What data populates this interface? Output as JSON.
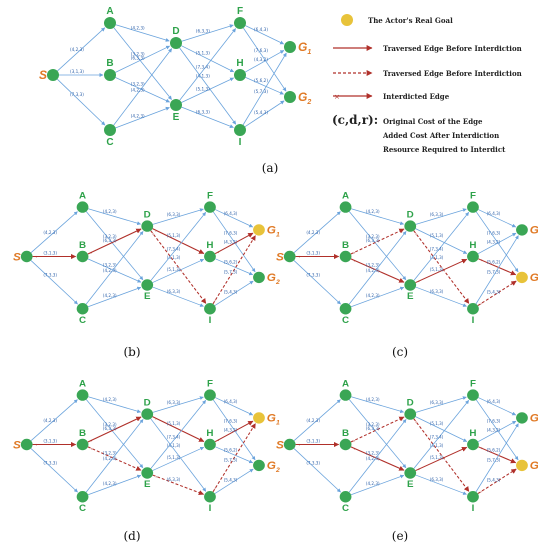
{
  "legend": {
    "real_goal": "The Actor's Real Goal",
    "traversed_solid": "Traversed Edge Before Interdiction",
    "traversed_dashed": "Traversed Edge Before Interdiction",
    "interdicted": "Interdicted Edge",
    "key_symbol": "(c,d,r):",
    "key_lines": [
      "Original Cost of the Edge",
      "Added Cost After Interdiction",
      "Resource Required to Interdict"
    ],
    "colors": {
      "node": "#3aa655",
      "goal": "#e8c33a",
      "edge": "#6aa3dc",
      "traversed": "#b0302a"
    }
  },
  "nodes": [
    {
      "id": "S",
      "label": "S"
    },
    {
      "id": "A",
      "label": "A"
    },
    {
      "id": "B",
      "label": "B"
    },
    {
      "id": "C",
      "label": "C"
    },
    {
      "id": "D",
      "label": "D"
    },
    {
      "id": "E",
      "label": "E"
    },
    {
      "id": "F",
      "label": "F"
    },
    {
      "id": "H",
      "label": "H"
    },
    {
      "id": "I",
      "label": "I"
    },
    {
      "id": "G1",
      "label": "G",
      "sub": "1"
    },
    {
      "id": "G2",
      "label": "G",
      "sub": "2"
    }
  ],
  "edges": [
    {
      "from": "S",
      "to": "A",
      "label": "(4,2,3)"
    },
    {
      "from": "S",
      "to": "B",
      "label": "(3,1,3)"
    },
    {
      "from": "S",
      "to": "C",
      "label": "(7,3,3)"
    },
    {
      "from": "A",
      "to": "D",
      "label": "(4,2,3)"
    },
    {
      "from": "A",
      "to": "E",
      "label": "(3,2,3)"
    },
    {
      "from": "B",
      "to": "D",
      "label": "(6,3,3)"
    },
    {
      "from": "B",
      "to": "E",
      "label": "(3,2,3)"
    },
    {
      "from": "C",
      "to": "D",
      "label": "(4,2,3)"
    },
    {
      "from": "C",
      "to": "E",
      "label": "(4,2,3)"
    },
    {
      "from": "D",
      "to": "F",
      "label": "(6,3,3)"
    },
    {
      "from": "D",
      "to": "H",
      "label": "(5,1,3)"
    },
    {
      "from": "D",
      "to": "I",
      "label": "(4,1,3)"
    },
    {
      "from": "E",
      "to": "F",
      "label": "(7,3,4)"
    },
    {
      "from": "E",
      "to": "H",
      "label": "(5,1,3)"
    },
    {
      "from": "E",
      "to": "I",
      "label": "(6,3,3)"
    },
    {
      "from": "F",
      "to": "G1",
      "label": "(6,4,3)"
    },
    {
      "from": "F",
      "to": "G2",
      "label": "(7,6,3)"
    },
    {
      "from": "H",
      "to": "G1",
      "label": "(4,3,2)"
    },
    {
      "from": "H",
      "to": "G2",
      "label": "(5,6,2)"
    },
    {
      "from": "I",
      "to": "G1",
      "label": "(5,7,3)"
    },
    {
      "from": "I",
      "to": "G2",
      "label": "(5,4,3)"
    }
  ],
  "panels": [
    {
      "id": "a",
      "caption": "(a)",
      "goal": null,
      "traversed": [],
      "dashed": [],
      "interdicted": []
    },
    {
      "id": "b",
      "caption": "(b)",
      "goal": "G1",
      "traversed": [
        [
          "S",
          "B"
        ],
        [
          "B",
          "D"
        ],
        [
          "D",
          "H"
        ],
        [
          "H",
          "G1"
        ]
      ],
      "dashed": [
        [
          "D",
          "I"
        ],
        [
          "I",
          "G1"
        ]
      ],
      "interdicted": []
    },
    {
      "id": "c",
      "caption": "(c)",
      "goal": "G2",
      "traversed": [
        [
          "S",
          "B"
        ],
        [
          "B",
          "E"
        ],
        [
          "E",
          "H"
        ],
        [
          "H",
          "G2"
        ]
      ],
      "dashed": [
        [
          "B",
          "D"
        ],
        [
          "D",
          "I"
        ],
        [
          "I",
          "G2"
        ]
      ],
      "interdicted": []
    },
    {
      "id": "d",
      "caption": "(d)",
      "goal": "G1",
      "traversed": [
        [
          "S",
          "B"
        ],
        [
          "B",
          "D"
        ],
        [
          "D",
          "H"
        ],
        [
          "H",
          "G1"
        ]
      ],
      "dashed": [
        [
          "B",
          "E"
        ],
        [
          "E",
          "I"
        ],
        [
          "I",
          "G1"
        ]
      ],
      "interdicted": []
    },
    {
      "id": "e",
      "caption": "(e)",
      "goal": "G2",
      "traversed": [
        [
          "S",
          "B"
        ],
        [
          "B",
          "E"
        ],
        [
          "E",
          "H"
        ],
        [
          "H",
          "G2"
        ]
      ],
      "dashed": [
        [
          "B",
          "D"
        ],
        [
          "D",
          "I"
        ],
        [
          "I",
          "G2"
        ]
      ],
      "interdicted": []
    }
  ]
}
